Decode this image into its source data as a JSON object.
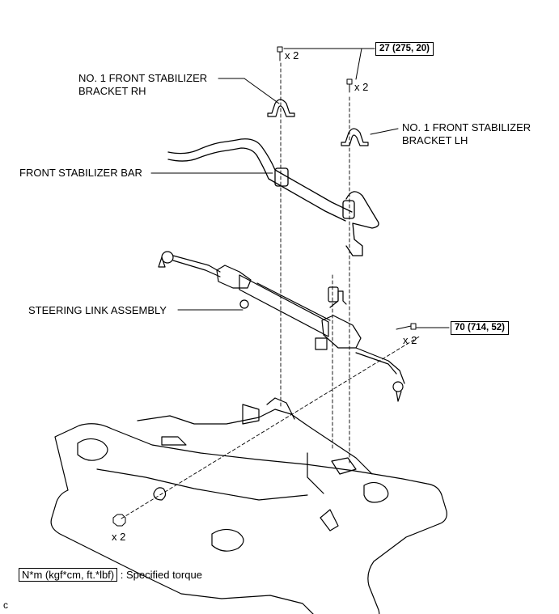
{
  "labels": {
    "bracket_rh_line1": "NO. 1 FRONT STABILIZER",
    "bracket_rh_line2": "BRACKET RH",
    "bracket_lh_line1": "NO. 1 FRONT STABILIZER",
    "bracket_lh_line2": "BRACKET LH",
    "stabilizer_bar": "FRONT STABILIZER BAR",
    "steering_link": "STEERING LINK ASSEMBLY"
  },
  "torque": {
    "bracket_bolts": "27 (275, 20)",
    "link_bolts": "70 (714, 52)"
  },
  "quantities": {
    "q1": "x 2",
    "q2": "x 2",
    "q3": "x 2",
    "q4": "x 2"
  },
  "legend": {
    "unit_box": "N*m (kgf*cm, ft.*lbf)",
    "desc": ": Specified torque"
  },
  "corner_code": "c"
}
